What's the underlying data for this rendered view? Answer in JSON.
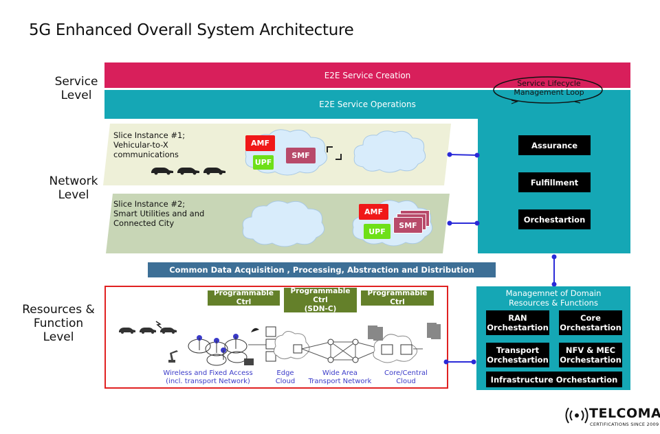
{
  "title": "5G Enhanced Overall System Architecture",
  "levels": {
    "service": "Service\nLevel",
    "network": "Network\nLevel",
    "resources": "Resources &\nFunction\nLevel"
  },
  "service_bars": {
    "creation": "E2E Service Creation",
    "operations": "E2E Service Operations",
    "loop": "Service Lifecycle\nManagement Loop"
  },
  "ops_functions": [
    "Assurance",
    "Fulfillment",
    "Orchestartion"
  ],
  "slices": [
    {
      "label": "Slice Instance #1;\nVehicular-to-X\ncommunications",
      "amf": "AMF",
      "upf": "UPF",
      "smf": "SMF"
    },
    {
      "label": "Slice Instance #2;\nSmart Utilities and and\nConnected City",
      "amf": "AMF",
      "upf": "UPF",
      "smf": "SMF"
    }
  ],
  "common_bar": "Common Data Acquisition , Processing, Abstraction and Distribution",
  "programmable": [
    "Programmable Ctrl",
    "Programmable Ctrl\n(SDN-C)",
    "Programmable Ctrl"
  ],
  "resource_labels": [
    "Wireless and Fixed Access\n(incl. transport Network)",
    "Edge\nCloud",
    "Wide Area\nTransport Network",
    "Core/Central\nCloud"
  ],
  "domain_mgmt": {
    "title": "Managemnet  of Domain\nResources  & Functions",
    "items": [
      "RAN\nOrchestartion",
      "Core\nOrchestartion",
      "Transport\nOrchestartion",
      "NFV & MEC\nOrchestartion"
    ],
    "infra": "Infrastructure Orchestartion"
  },
  "logo": {
    "name": "TELCOMA",
    "tagline": "CERTIFICATIONS SINCE 2009"
  },
  "colors": {
    "service_creation": "#d81f5b",
    "teal": "#15a7b5",
    "slice1_bg": "#eef0d8",
    "slice2_bg": "#c8d6b6",
    "amf": "#f01818",
    "upf": "#6ee018",
    "smf": "#b84a6a",
    "common_bar": "#3d6f96",
    "programmable": "#64802a",
    "connector": "#2a2ad8"
  }
}
